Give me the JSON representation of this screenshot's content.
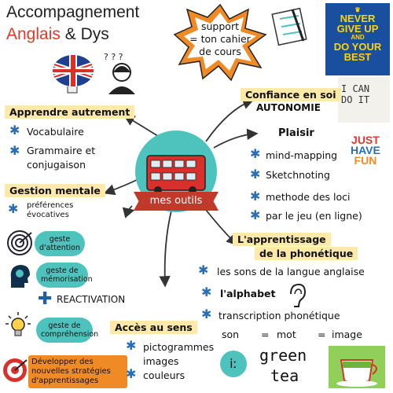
{
  "title": {
    "line1": "Accompagnement",
    "anglais": "Anglais",
    "amp": "&",
    "dys": "Dys"
  },
  "support_bubble": {
    "line1": "support",
    "line2": "= ton cahier",
    "line3": "de cours"
  },
  "poster": {
    "line1": "NEVER",
    "line2": "GIVE UP",
    "line3": "AND",
    "line4": "DO YOUR",
    "line5": "BEST"
  },
  "i_can_do_it": {
    "line1": "I CAN",
    "line2": "DO IT"
  },
  "just_have_fun": {
    "line1": "JUST",
    "line2": "HAVE",
    "line3": "FUN"
  },
  "center": {
    "label": "mes outils"
  },
  "apprendre": {
    "title": "Apprendre autrement",
    "items": [
      "Vocabulaire",
      "Grammaire et",
      "conjugaison"
    ]
  },
  "gestion": {
    "title": "Gestion mentale",
    "pref": "préférences\névocatives",
    "gestes": [
      "geste\nd'attention",
      "geste de\nmémorisation",
      "geste de\ncompréhension"
    ],
    "reactivation": "REACTIVATION",
    "developper": "Développer des\nnouvelles stratégies\nd'apprentissages"
  },
  "confiance": {
    "title": "Confiance en soi",
    "sub": "AUTONOMIE"
  },
  "plaisir": {
    "title": "Plaisir",
    "items": [
      "mind-mapping",
      "Sketchnoting",
      "methode des loci",
      "par le jeu (en ligne)"
    ]
  },
  "phonetique": {
    "title1": "L'apprentissage",
    "title2": "de la phonétique",
    "items": [
      "les sons de la langue anglaise",
      "l'alphabet",
      "transcription phonétique"
    ],
    "eq": [
      "son",
      "=",
      "mot",
      "=",
      "image"
    ],
    "green": "green",
    "tea": "tea",
    "ipa": "iː"
  },
  "sens": {
    "title": "Accès au sens",
    "items": [
      "pictogrammes",
      "images",
      "couleurs"
    ]
  },
  "colors": {
    "teal": "#4ec3bd",
    "highlight": "#fde9a8",
    "bus_red": "#d8312c",
    "label_red": "#c0392b",
    "orange": "#f08a24"
  }
}
